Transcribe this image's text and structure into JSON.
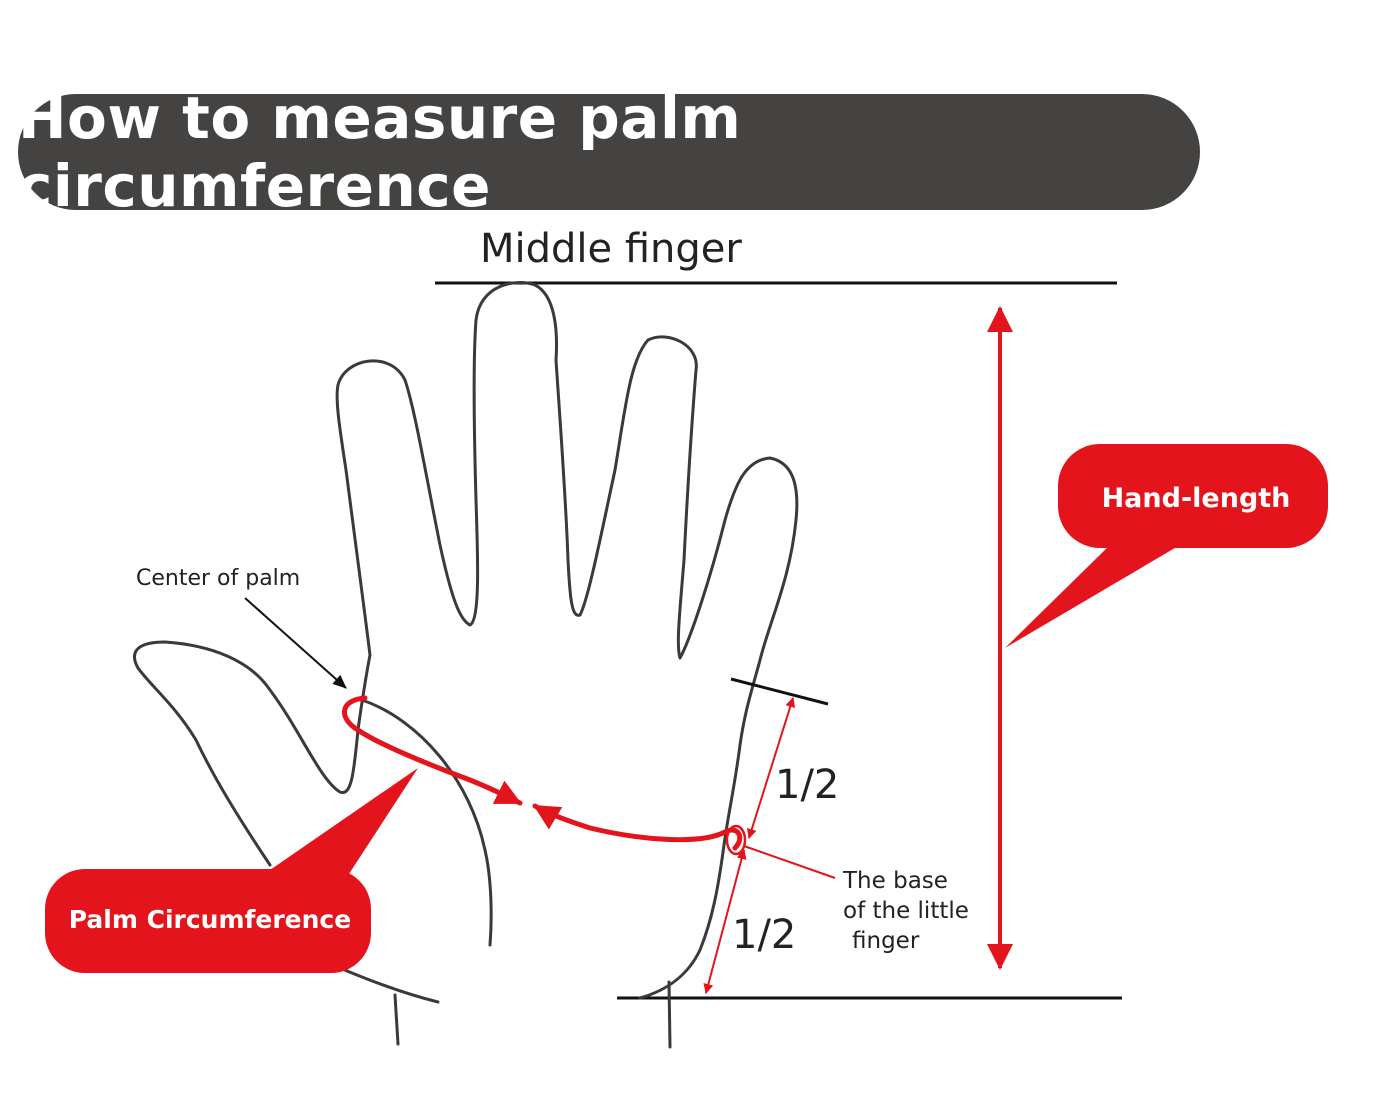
{
  "title": "How to measure palm circumference",
  "labels": {
    "middle_finger": "Middle finger",
    "center_of_palm": "Center of palm",
    "hand_length": "Hand-length",
    "palm_circumference": "Palm Circumference",
    "half_upper": "1/2",
    "half_lower": "1/2",
    "base_line1": "The base",
    "base_line2": "of the little",
    "base_line3": "finger"
  },
  "colors": {
    "accent_red": "#e3141c",
    "title_bg": "#454341",
    "outline": "#3a3a3a",
    "text": "#222222"
  }
}
